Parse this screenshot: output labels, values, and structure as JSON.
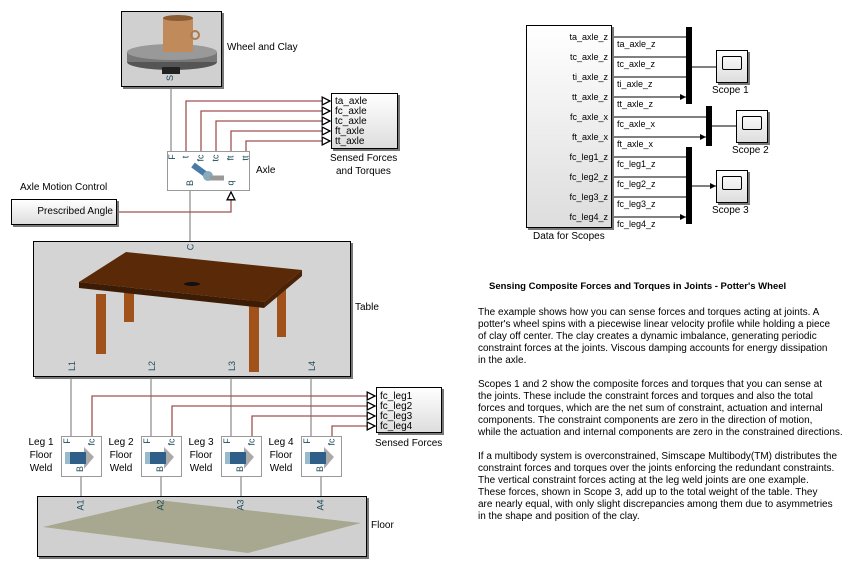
{
  "blocks": {
    "wheel": {
      "label": "Wheel and Clay",
      "port": "S"
    },
    "axle": {
      "label": "Axle",
      "top_ports": [
        "F",
        "t",
        "fc",
        "tc",
        "ft",
        "tt"
      ],
      "bottom_ports": [
        "B",
        "q"
      ]
    },
    "sensed_ft": {
      "label_line1": "Sensed Forces",
      "label_line2": "and Torques",
      "inputs": [
        "ta_axle",
        "fc_axle",
        "tc_axle",
        "ft_axle",
        "tt_axle"
      ]
    },
    "motion": {
      "title": "Axle Motion Control",
      "label": "Prescribed Angle"
    },
    "table": {
      "label": "Table",
      "top_port": "C",
      "bottom_ports": [
        "L1",
        "L2",
        "L3",
        "L4"
      ]
    },
    "welds": [
      {
        "line1": "Leg 1",
        "line2": "Floor",
        "line3": "Weld"
      },
      {
        "line1": "Leg 2",
        "line2": "Floor",
        "line3": "Weld"
      },
      {
        "line1": "Leg 3",
        "line2": "Floor",
        "line3": "Weld"
      },
      {
        "line1": "Leg 4",
        "line2": "Floor",
        "line3": "Weld"
      }
    ],
    "weld_ports": {
      "f": "F",
      "fc": "fc",
      "b": "B"
    },
    "sensed_f": {
      "label": "Sensed Forces",
      "inputs": [
        "fc_leg1",
        "fc_leg2",
        "fc_leg3",
        "fc_leg4"
      ]
    },
    "floor": {
      "label": "Floor",
      "ports": [
        "A1",
        "A2",
        "A3",
        "A4"
      ]
    },
    "data_scopes": {
      "label": "Data for Scopes",
      "outputs": [
        "ta_axle_z",
        "tc_axle_z",
        "ti_axle_z",
        "tt_axle_z",
        "fc_axle_x",
        "ft_axle_x",
        "fc_leg1_z",
        "fc_leg2_z",
        "fc_leg3_z",
        "fc_leg4_z"
      ]
    },
    "scopes": [
      "Scope 1",
      "Scope 2",
      "Scope 3"
    ]
  },
  "colors": {
    "physical_signal": "#a05050",
    "connection": "#888888",
    "table_top": "#5a2a08",
    "floor": "#a8a890"
  },
  "description": {
    "title": "Sensing Composite Forces and Torques in Joints - Potter's Wheel",
    "paragraphs": [
      [
        "The example shows how you can sense forces and torques acting at joints. A",
        "potter's wheel spins with a piecewise linear velocity profile while holding a piece",
        "of clay off center. The clay creates a dynamic imbalance, generating periodic",
        "constraint forces at the joints. Viscous damping accounts for energy dissipation",
        "in the axle."
      ],
      [
        "Scopes 1 and 2 show the composite forces and torques that you can sense at",
        "the joints. These include the constraint forces and torques and also the total",
        "forces and torques, which are the net sum of constraint, actuation and internal",
        "components. The constraint components are zero in the direction of motion,",
        "while the actuation and internal components are zero in the constrained directions."
      ],
      [
        "If a multibody system is overconstrained, Simscape Multibody(TM) distributes the",
        "constraint forces and torques over the joints enforcing the redundant constraints.",
        "The vertical constraint forces acting at the leg weld joints are one example.",
        "These forces, shown in Scope 3, add up to the total weight of the table. They",
        "are nearly equal, with only slight discrepancies among them due to asymmetries",
        "in the shape and position of the clay."
      ]
    ]
  }
}
